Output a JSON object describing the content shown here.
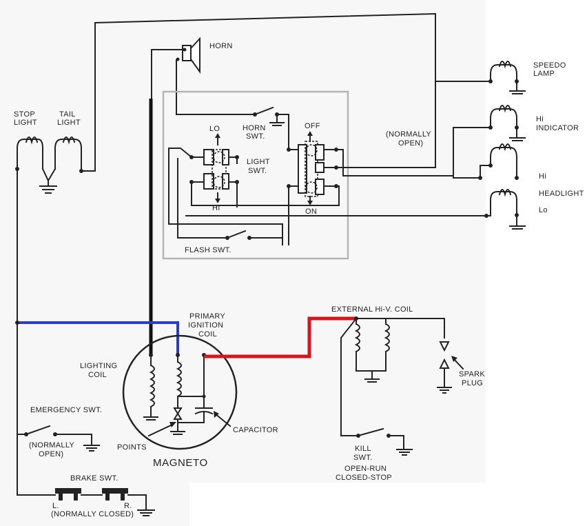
{
  "labels": {
    "horn": "HORN",
    "speedo_lamp_1": "SPEEDO",
    "speedo_lamp_2": "LAMP",
    "stop_light_1": "STOP",
    "stop_light_2": "LIGHT",
    "tail_light_1": "TAIL",
    "tail_light_2": "LIGHT",
    "lo": "LO",
    "hi": "HI",
    "horn_swt_1": "HORN",
    "horn_swt_2": "SWT.",
    "off": "OFF",
    "on": "ON",
    "light_swt_1": "LIGHT",
    "light_swt_2": "SWT.",
    "normally_open_1": "(NORMALLY",
    "normally_open_2": "OPEN)",
    "hi_indicator_1": "Hi",
    "hi_indicator_2": "INDICATOR",
    "headlight_hi": "Hi",
    "headlight": "HEADLIGHT",
    "headlight_lo": "Lo",
    "flash_swt": "FLASH SWT.",
    "external_coil": "EXTERNAL Hi-V. COIL",
    "primary_1": "PRIMARY",
    "primary_2": "IGNITION",
    "primary_3": "COIL",
    "lighting_coil_1": "LIGHTING",
    "lighting_coil_2": "COIL",
    "spark_plug_1": "SPARK",
    "spark_plug_2": "PLUG",
    "emergency_swt": "EMERGENCY SWT.",
    "emergency_normally_open_1": "(NORMALLY",
    "emergency_normally_open_2": "OPEN)",
    "points": "POINTS",
    "capacitor": "CAPACITOR",
    "magneto": "MAGNETO",
    "kill_swt_1": "KILL",
    "kill_swt_2": "SWT.",
    "open_run": "OPEN-RUN",
    "closed_stop": "CLOSED-STOP",
    "brake_swt": "BRAKE SWT.",
    "brake_l": "L.",
    "brake_r": "R.",
    "brake_normally_closed": "(NORMALLY CLOSED)"
  },
  "colors": {
    "wire": "#222222",
    "ground_wire_highlight": "#2a3fc0",
    "high_voltage_highlight": "#d4161f",
    "switch_box_outline": "#b5b5b5"
  }
}
